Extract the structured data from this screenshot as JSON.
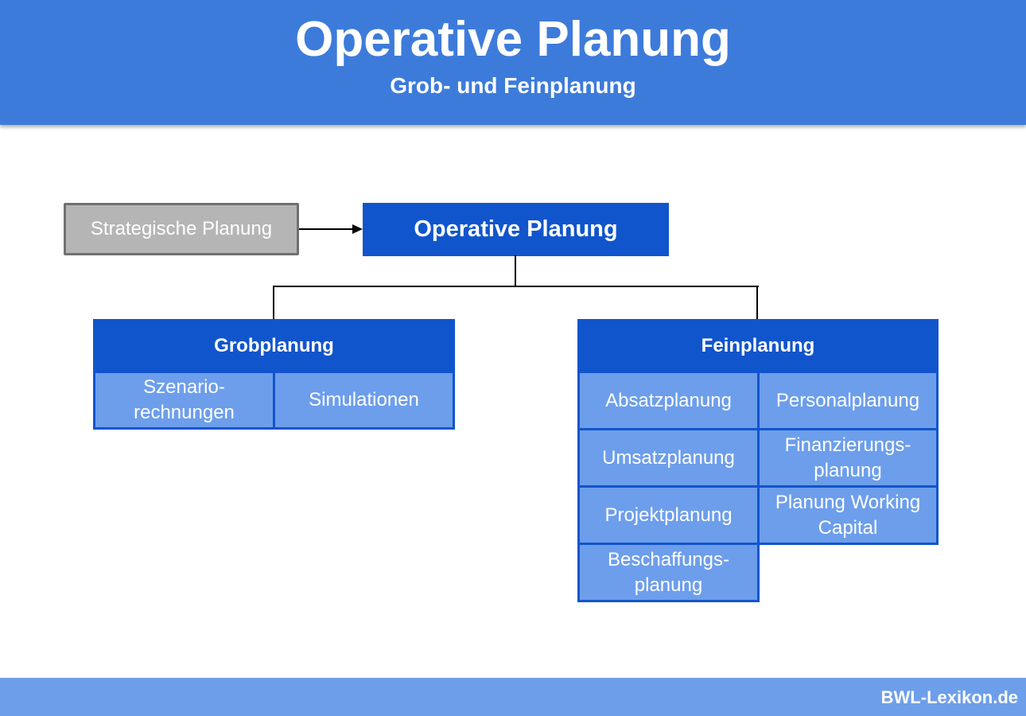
{
  "header": {
    "title": "Operative Planung",
    "subtitle": "Grob- und Feinplanung"
  },
  "diagram": {
    "strategic": "Strategische Planung",
    "operative": "Operative Planung",
    "grob": {
      "title": "Grobplanung",
      "items": [
        "Szenario-\nrechnungen",
        "Simulationen"
      ]
    },
    "fein": {
      "title": "Feinplanung",
      "items": [
        "Absatzplanung",
        "Personalplanung",
        "Umsatzplanung",
        "Finanzierungs-\nplanung",
        "Projektplanung",
        "Planung Working Capital",
        "Beschaffungs-\nplanung"
      ]
    }
  },
  "footer": {
    "brand": "BWL-Lexikon.de"
  },
  "colors": {
    "header": "#3d7bdb",
    "primary": "#1155cc",
    "cell": "#6d9eeb",
    "grey": "#b5b5b5"
  }
}
